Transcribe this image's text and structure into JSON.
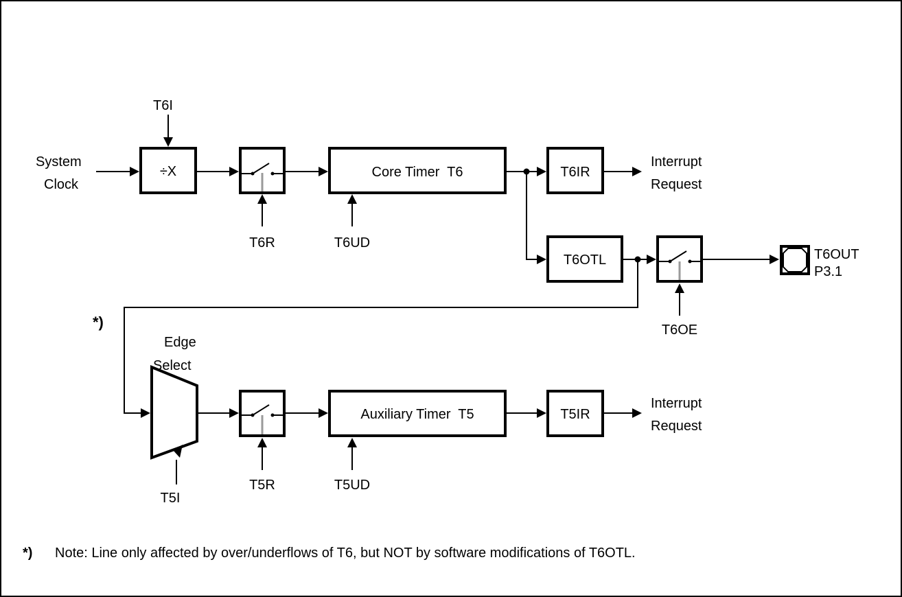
{
  "diagram": {
    "blocks": {
      "prescaler": "÷X",
      "core_timer": "Core Timer  T6",
      "t6ir": "T6IR",
      "t6otl": "T6OTL",
      "aux_timer": "Auxiliary Timer  T5",
      "t5ir": "T5IR"
    },
    "signals": {
      "system_clock_1": "System",
      "system_clock_2": "Clock",
      "t6i": "T6I",
      "t6r": "T6R",
      "t6ud": "T6UD",
      "t6oe": "T6OE",
      "t5i": "T5I",
      "t5r": "T5R",
      "t5ud": "T5UD",
      "interrupt_1": "Interrupt",
      "request_1": "Request",
      "interrupt_2": "Interrupt",
      "request_2": "Request",
      "t6out": "T6OUT",
      "p31": "P3.1",
      "edge_1": "Edge",
      "edge_2": "Select",
      "footnote_marker": "*)"
    },
    "note": {
      "marker": "*)",
      "text": "Note: Line only affected by over/underflows of T6, but NOT by software modifications of T6OTL."
    }
  }
}
